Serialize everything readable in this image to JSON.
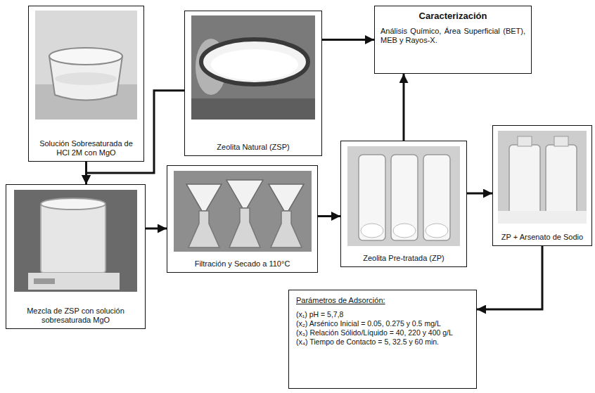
{
  "diagram": {
    "nodes": [
      {
        "text": [
          "Solución Sobresaturada de HCl 2M con MgO"
        ]
      },
      {
        "text": [
          "Zeolita Natural (ZSP)"
        ]
      },
      {
        "text": [
          "Caracterización",
          "Análisis Químico, Área Superficial (BET), MEB y Rayos-X."
        ]
      },
      {
        "text": [
          "Mezcla de ZSP con solución sobresaturada MgO"
        ]
      },
      {
        "text": [
          "Filtración y Secado a 110°C"
        ]
      },
      {
        "text": [
          "Zeolita Pre-tratada (ZP)"
        ]
      },
      {
        "text": [
          "ZP + Arsenato de Sodio"
        ]
      },
      {
        "text": [
          "Parámetros de Adsorción:",
          "(x₁) pH = 5,7,8",
          "(x₂) Arsénico Inicial = 0.05, 0.275 y 0.5 mg/L",
          "(x₃) Relación Sólido/Líquido = 40, 220 y 400 g/L",
          "(x₄) Tiempo de Contacto = 5, 32.5 y 60 min."
        ]
      }
    ],
    "edges": [
      {
        "from": 1,
        "to": 2,
        "arrow": "to"
      },
      {
        "from": 0,
        "to": 3,
        "arrow": "to"
      },
      {
        "from": 1,
        "to": 3,
        "arrow": "to"
      },
      {
        "from": 3,
        "to": 4,
        "arrow": "to"
      },
      {
        "from": 4,
        "to": 5,
        "arrow": "to"
      },
      {
        "from": 5,
        "to": 2,
        "arrow": "to"
      },
      {
        "from": 5,
        "to": 6,
        "arrow": "to"
      },
      {
        "from": 6,
        "to": 7,
        "arrow": "to"
      }
    ]
  }
}
